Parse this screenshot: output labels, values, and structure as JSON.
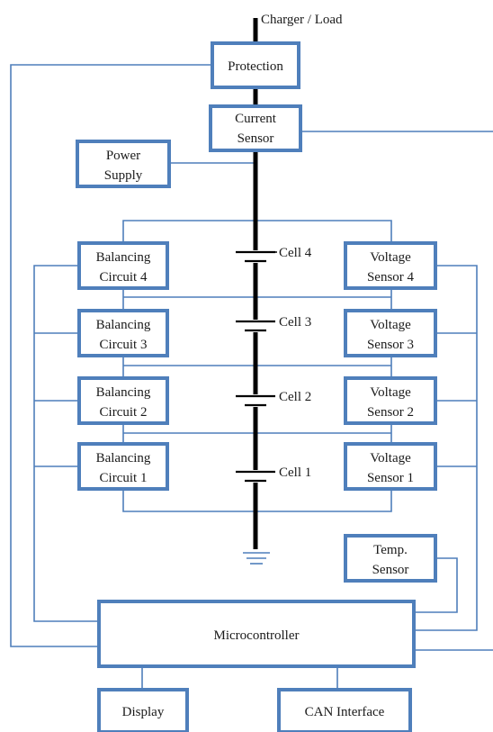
{
  "top_label": "Charger / Load",
  "blocks": {
    "protection": [
      "Protection"
    ],
    "current_sensor": [
      "Current",
      "Sensor"
    ],
    "power_supply": [
      "Power",
      "Supply"
    ],
    "balancing_4": [
      "Balancing",
      "Circuit 4"
    ],
    "balancing_3": [
      "Balancing",
      "Circuit 3"
    ],
    "balancing_2": [
      "Balancing",
      "Circuit 2"
    ],
    "balancing_1": [
      "Balancing",
      "Circuit 1"
    ],
    "voltage_4": [
      "Voltage",
      "Sensor 4"
    ],
    "voltage_3": [
      "Voltage",
      "Sensor 3"
    ],
    "voltage_2": [
      "Voltage",
      "Sensor 2"
    ],
    "voltage_1": [
      "Voltage",
      "Sensor 1"
    ],
    "temp_sensor": [
      "Temp.",
      "Sensor"
    ],
    "microcontroller": [
      "Microcontroller"
    ],
    "display": [
      "Display"
    ],
    "can_interface": [
      "CAN Interface"
    ]
  },
  "cells": [
    "Cell 4",
    "Cell 3",
    "Cell 2",
    "Cell 1"
  ],
  "colors": {
    "block_border": "#4f7fbb",
    "bus": "#000000"
  }
}
